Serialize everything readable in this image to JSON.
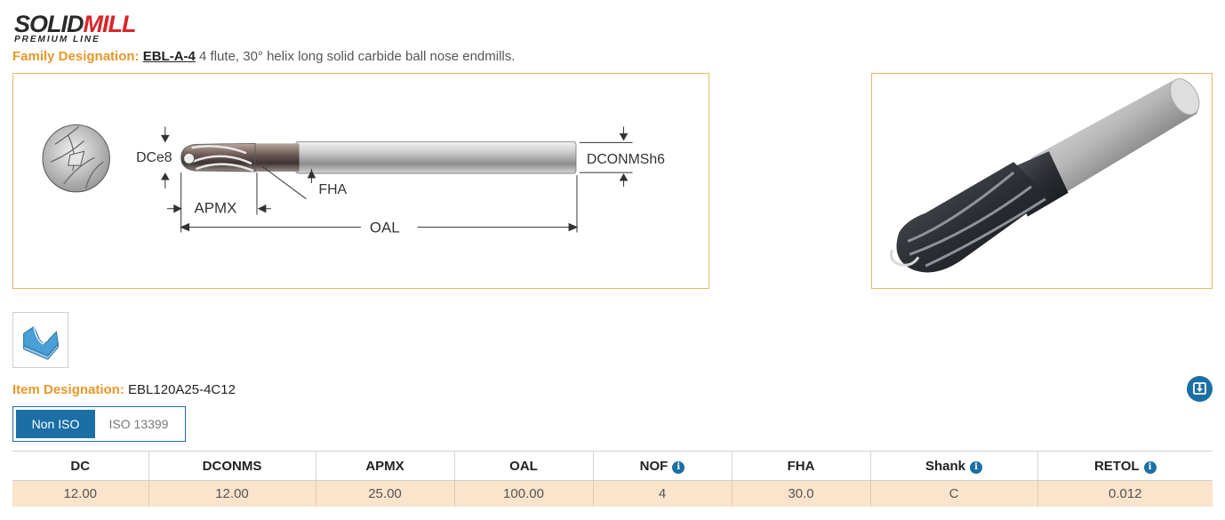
{
  "logo": {
    "brand_part1": "SOLID",
    "brand_part2": "MILL",
    "subline": "PREMIUM LINE"
  },
  "family": {
    "label": "Family Designation:",
    "code": "EBL-A-4",
    "description": "4 flute, 30° helix long solid carbide ball nose endmills."
  },
  "drawing": {
    "labels": {
      "dc": "DCe8",
      "dconms": "DCONMSh6",
      "fha": "FHA",
      "apmx": "APMX",
      "oal": "OAL"
    }
  },
  "item": {
    "label": "Item Designation:",
    "value": "EBL120A25-4C12"
  },
  "standard_toggle": {
    "options": [
      "Non ISO",
      "ISO 13399"
    ],
    "selected": "Non ISO"
  },
  "table": {
    "headers": [
      {
        "label": "DC",
        "info": false
      },
      {
        "label": "DCONMS",
        "info": false
      },
      {
        "label": "APMX",
        "info": false
      },
      {
        "label": "OAL",
        "info": false
      },
      {
        "label": "NOF",
        "info": true
      },
      {
        "label": "FHA",
        "info": false
      },
      {
        "label": "Shank",
        "info": true
      },
      {
        "label": "RETOL",
        "info": true
      }
    ],
    "rows": [
      [
        "12.00",
        "12.00",
        "25.00",
        "100.00",
        "4",
        "30.0",
        "C",
        "0.012"
      ]
    ]
  },
  "colors": {
    "accent_orange": "#e8982a",
    "brand_blue": "#1b6fa5",
    "row_highlight": "#fbe4cc",
    "brand_red": "#d8262b"
  },
  "icons": {
    "info": "info-icon",
    "download": "download-icon",
    "application": "slot-machining-icon"
  }
}
